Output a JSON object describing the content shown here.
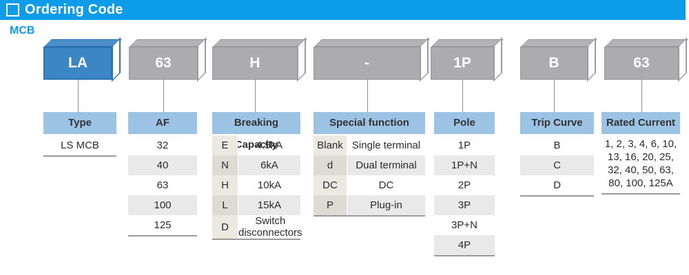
{
  "header": {
    "title": "Ordering Code"
  },
  "section_label": "MCB",
  "colors": {
    "titlebar_blue": "#0d9ce9",
    "accent_blue_box": "#3d86c5",
    "gray_box": "#acacae",
    "column_header_blue": "#9cc3e3",
    "alt_row_gray": "#e9e9e9",
    "code_cell_beige": "#ece9e2",
    "border_gray": "#9b9b9b"
  },
  "code_boxes": [
    {
      "label": "LA",
      "style": "blue"
    },
    {
      "label": "63",
      "style": "gray"
    },
    {
      "label": "H",
      "style": "gray"
    },
    {
      "label": "-",
      "style": "gray"
    },
    {
      "label": "1P",
      "style": "gray"
    },
    {
      "label": "B",
      "style": "gray"
    },
    {
      "label": "63",
      "style": "gray"
    }
  ],
  "columns": [
    {
      "header": "Type",
      "rows": [
        "LS MCB"
      ]
    },
    {
      "header": "AF",
      "rows": [
        "32",
        "40",
        "63",
        "100",
        "125"
      ]
    },
    {
      "header": "Breaking Capacity",
      "rows": [
        {
          "code": "E",
          "value": "4.5kA"
        },
        {
          "code": "N",
          "value": "6kA"
        },
        {
          "code": "H",
          "value": "10kA"
        },
        {
          "code": "L",
          "value": "15kA"
        },
        {
          "code": "D",
          "value": "Switch\ndisconnectors"
        }
      ]
    },
    {
      "header": "Special function",
      "rows": [
        {
          "code": "Blank",
          "value": "Single terminal"
        },
        {
          "code": "d",
          "value": "Dual terminal"
        },
        {
          "code": "DC",
          "value": "DC"
        },
        {
          "code": "P",
          "value": "Plug-in"
        }
      ]
    },
    {
      "header": "Pole",
      "rows": [
        "1P",
        "1P+N",
        "2P",
        "3P",
        "3P+N",
        "4P"
      ]
    },
    {
      "header": "Trip Curve",
      "rows": [
        "B",
        "C",
        "D"
      ]
    },
    {
      "header": "Rated Current",
      "lines": [
        "1, 2, 3, 4, 6, 10,",
        "13, 16, 20, 25,",
        "32, 40, 50, 63,",
        "80, 100, 125A"
      ]
    }
  ]
}
